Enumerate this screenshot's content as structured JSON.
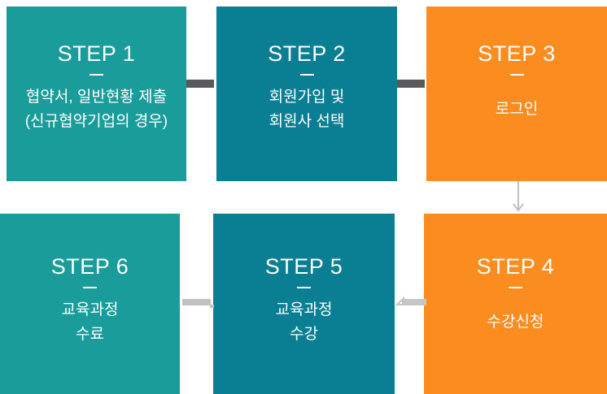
{
  "colors": {
    "teal": "#1A9C9B",
    "dark_teal": "#0A7E92",
    "orange": "#FB8C20",
    "connector_dark": "#58595B",
    "connector_light": "#C1C1C1",
    "step_text": "#FFFFFF",
    "background": "#FFFFFF"
  },
  "steps": [
    {
      "title": "STEP 1",
      "lines": [
        "협약서, 일반현황 제출",
        "(신규협약기업의 경우)"
      ],
      "color": "teal"
    },
    {
      "title": "STEP 2",
      "lines": [
        "회원가입 및",
        "회원사 선택"
      ],
      "color": "dark_teal"
    },
    {
      "title": "STEP 3",
      "lines": [
        "로그인"
      ],
      "color": "orange"
    },
    {
      "title": "STEP 4",
      "lines": [
        "수강신청"
      ],
      "color": "orange"
    },
    {
      "title": "STEP 5",
      "lines": [
        "교육과정",
        "수강"
      ],
      "color": "dark_teal"
    },
    {
      "title": "STEP 6",
      "lines": [
        "교육과정",
        "수료"
      ],
      "color": "teal"
    }
  ],
  "connectors": [
    {
      "from": "STEP 1",
      "to": "STEP 2",
      "style": "dark-bar"
    },
    {
      "from": "STEP 2",
      "to": "STEP 3",
      "style": "dark-bar"
    },
    {
      "from": "STEP 3",
      "to": "STEP 4",
      "style": "down-arrow"
    },
    {
      "from": "STEP 4",
      "to": "STEP 5",
      "style": "left-arrow"
    },
    {
      "from": "STEP 5",
      "to": "STEP 6",
      "style": "light-bar"
    }
  ]
}
